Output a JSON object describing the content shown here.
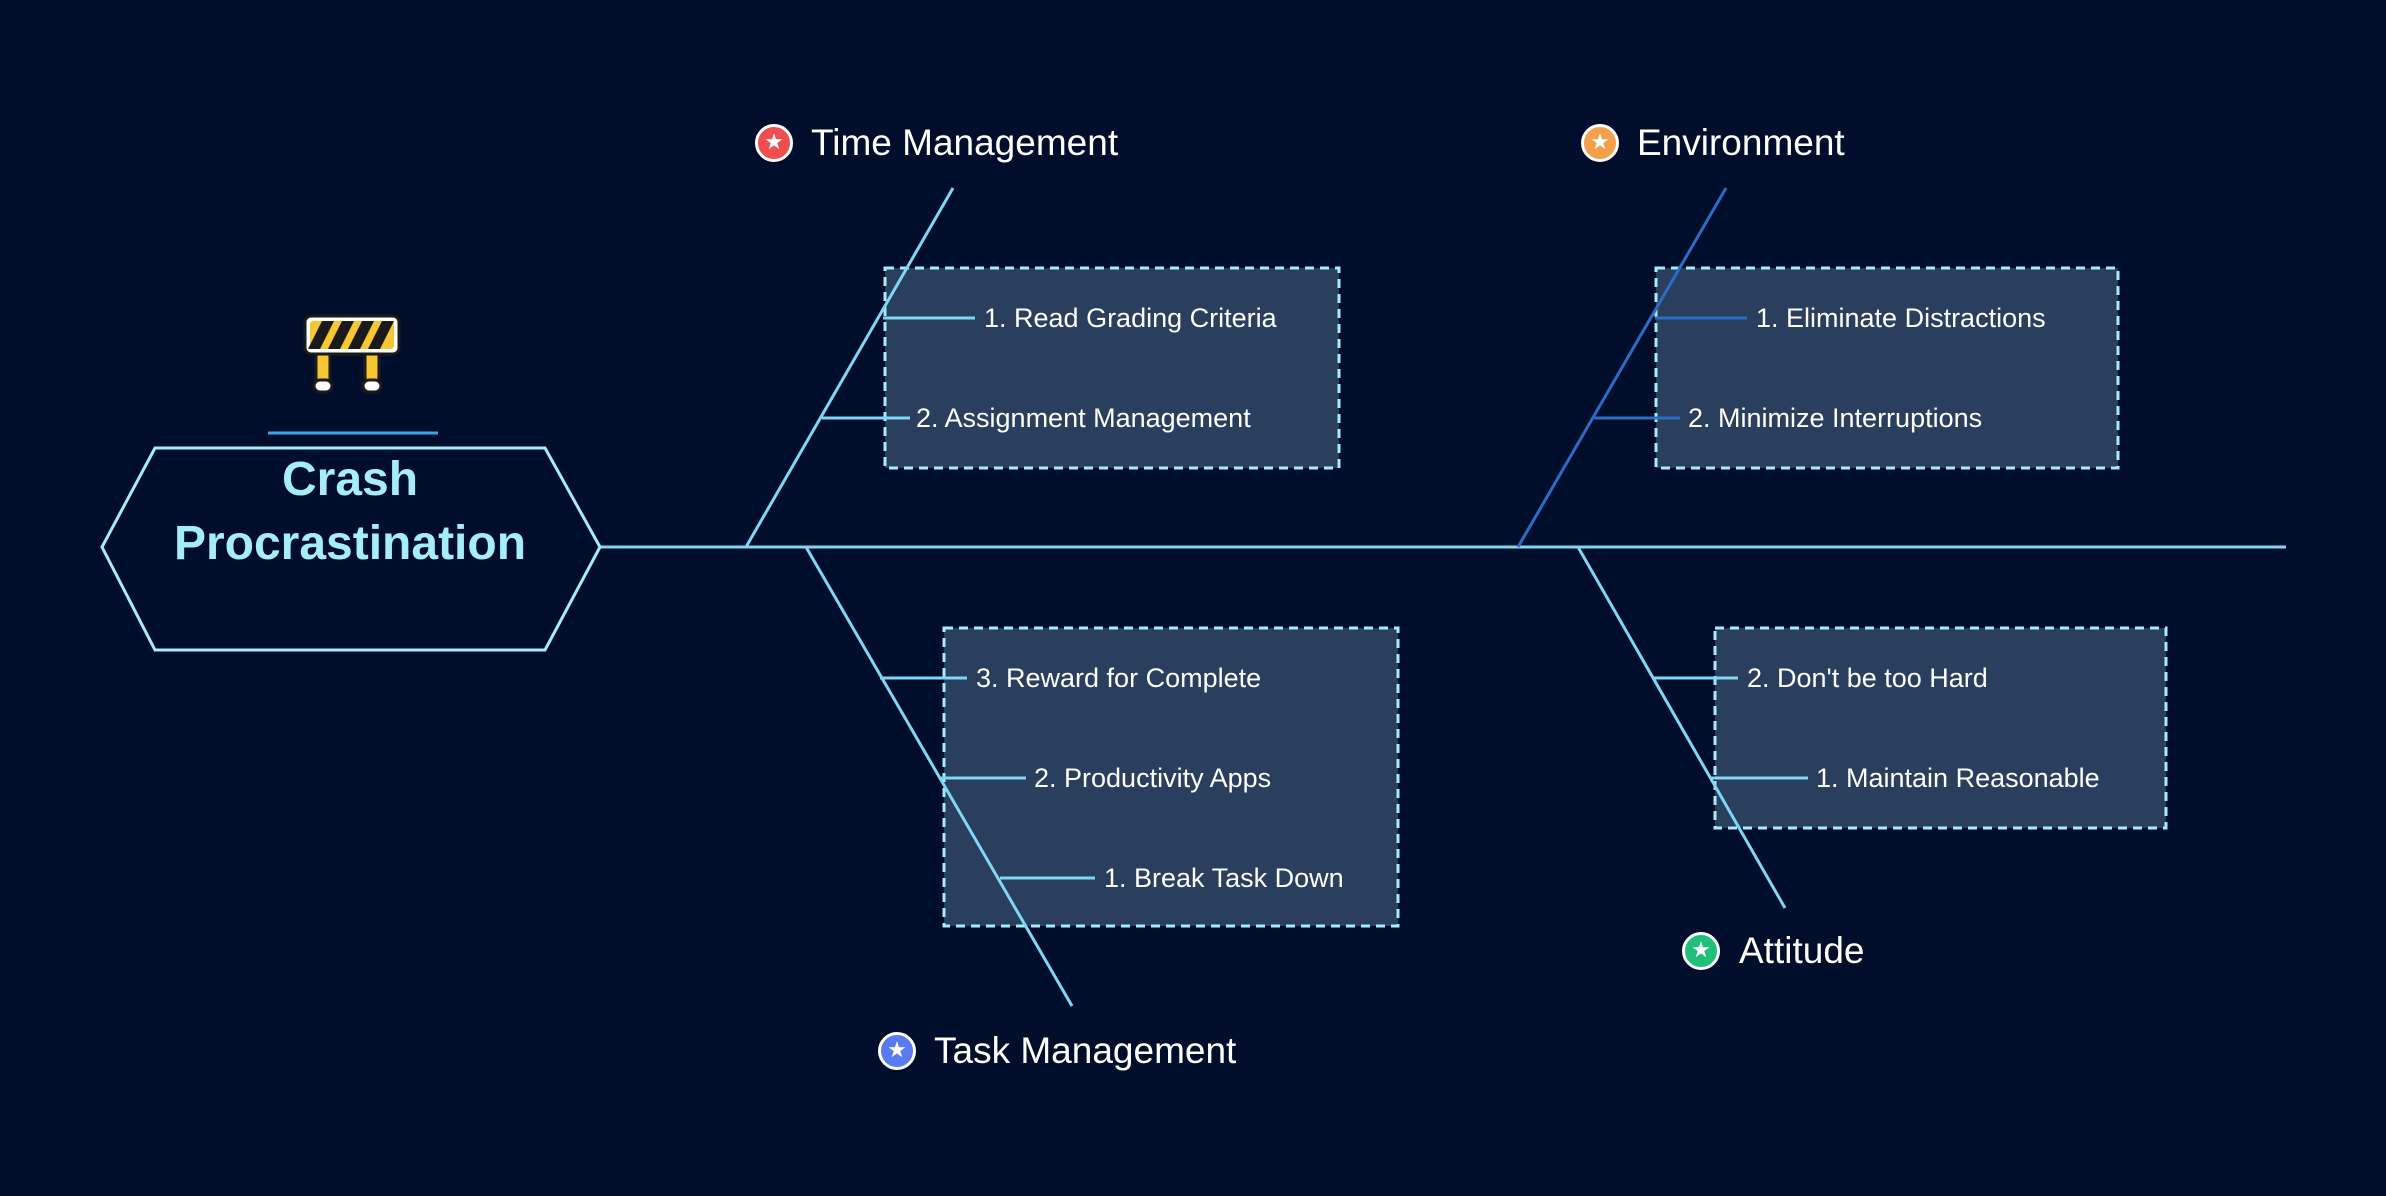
{
  "diagram": {
    "head": {
      "title_line1": "Crash",
      "title_line2": "Procrastination",
      "icon": "road-barrier-icon"
    },
    "colors": {
      "background": "#000d2b",
      "spine": "#7fd7f4",
      "head_text": "#a5eef9",
      "box_fill": "#2a3e5e",
      "box_border": "#a5eef9",
      "environment_branch": "#2b6cc4"
    },
    "categories": {
      "time_management": {
        "label": "Time Management",
        "icon": "star-icon",
        "badge_color": "#f04e4e",
        "items": [
          "1. Read Grading Criteria",
          "2. Assignment Management"
        ]
      },
      "environment": {
        "label": "Environment",
        "icon": "star-icon",
        "badge_color": "#f4a04a",
        "items": [
          "1. Eliminate Distractions",
          "2. Minimize Interruptions"
        ]
      },
      "task_management": {
        "label": "Task Management",
        "icon": "star-icon",
        "badge_color": "#5a7af2",
        "items": [
          "3. Reward for Complete",
          "2. Productivity Apps",
          "1. Break Task Down"
        ]
      },
      "attitude": {
        "label": "Attitude",
        "icon": "star-icon",
        "badge_color": "#1fbf7a",
        "items": [
          "2. Don't be too Hard",
          "1. Maintain Reasonable"
        ]
      }
    }
  }
}
